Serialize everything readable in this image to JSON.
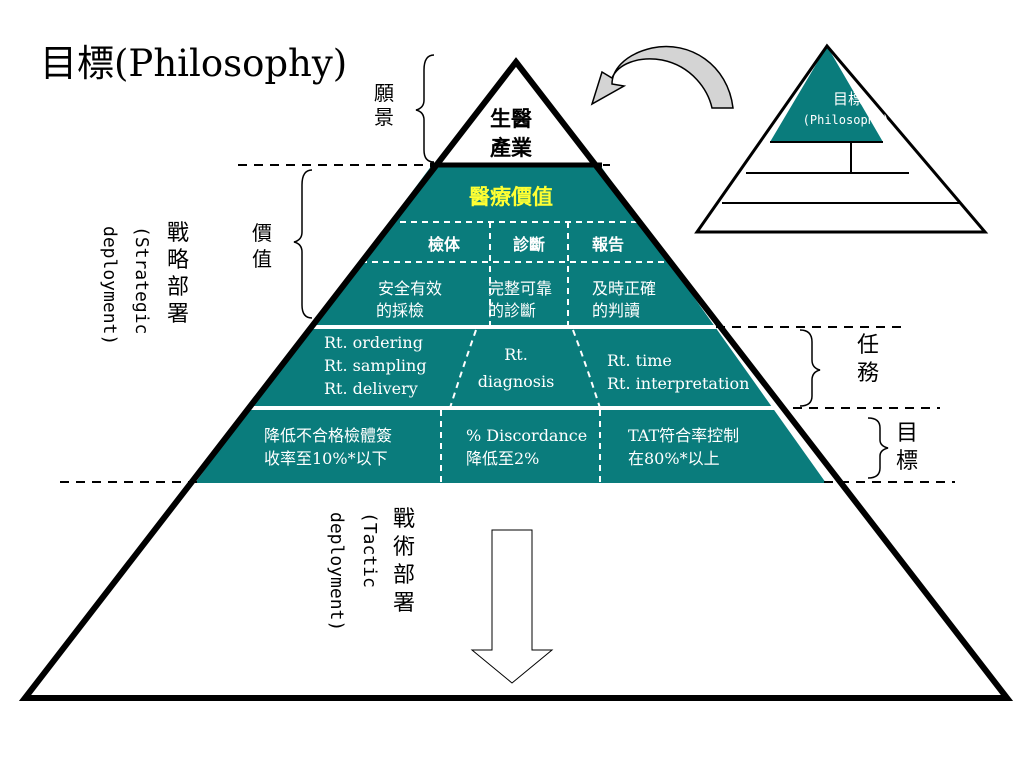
{
  "title": "目標(Philosophy)",
  "pyramid": {
    "apex": [
      "生醫",
      "產業"
    ],
    "value_header": "醫療價值",
    "value_columns": [
      "檢体",
      "診斷",
      "報告"
    ],
    "value_cells": [
      [
        "安全有效",
        "的採檢"
      ],
      [
        "完整可靠",
        "的診斷"
      ],
      [
        "及時正確",
        "的判讀"
      ]
    ],
    "task_cells": [
      [
        "Rt. ordering",
        "Rt. sampling",
        "Rt. delivery"
      ],
      [
        "Rt.",
        "diagnosis"
      ],
      [
        "Rt. time",
        "Rt. interpretation"
      ]
    ],
    "goal_cells": [
      [
        "降低不合格檢體簽",
        "收率至10%*以下"
      ],
      [
        "% Discordance",
        "降低至2%"
      ],
      [
        "TAT符合率控制",
        "在80%*以上"
      ]
    ]
  },
  "side_labels": {
    "vision": "願景",
    "value": "價值",
    "strategic": [
      "戰略部署",
      "(Strategic",
      "deployment)"
    ],
    "task": "任務",
    "goal": "目標",
    "tactic": [
      "戰術部署",
      "(Tactic",
      "deployment)"
    ]
  },
  "mini_pyramid": {
    "label": "目標",
    "sublabel": "(Philosophy)"
  },
  "colors": {
    "teal": "#0a7c7c",
    "value_text": "#ffff33",
    "line": "#000000",
    "arrow_fill": "#d4d4d4"
  }
}
